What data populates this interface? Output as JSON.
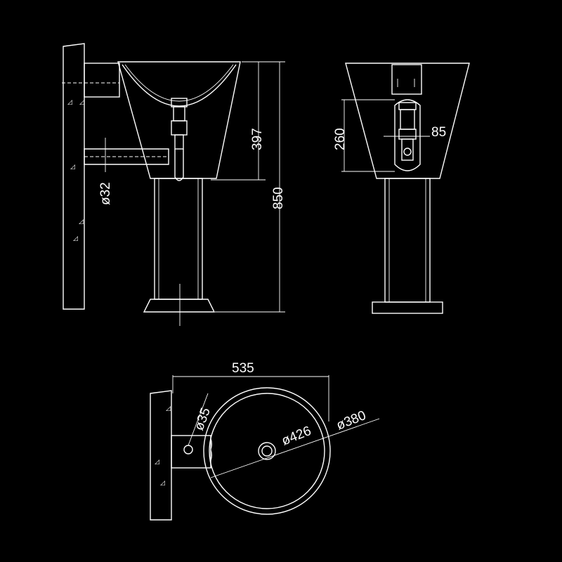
{
  "dimensions": {
    "bowl_depth": "397",
    "total_height": "850",
    "waste_pipe": "ø32",
    "back_plate_height": "260",
    "back_plate_width": "85",
    "overall_length": "535",
    "hole": "ø35",
    "outer_diameter": "ø426",
    "inner_diameter": "ø380"
  },
  "colors": {
    "background": "#000000",
    "line": "#ffffff"
  }
}
